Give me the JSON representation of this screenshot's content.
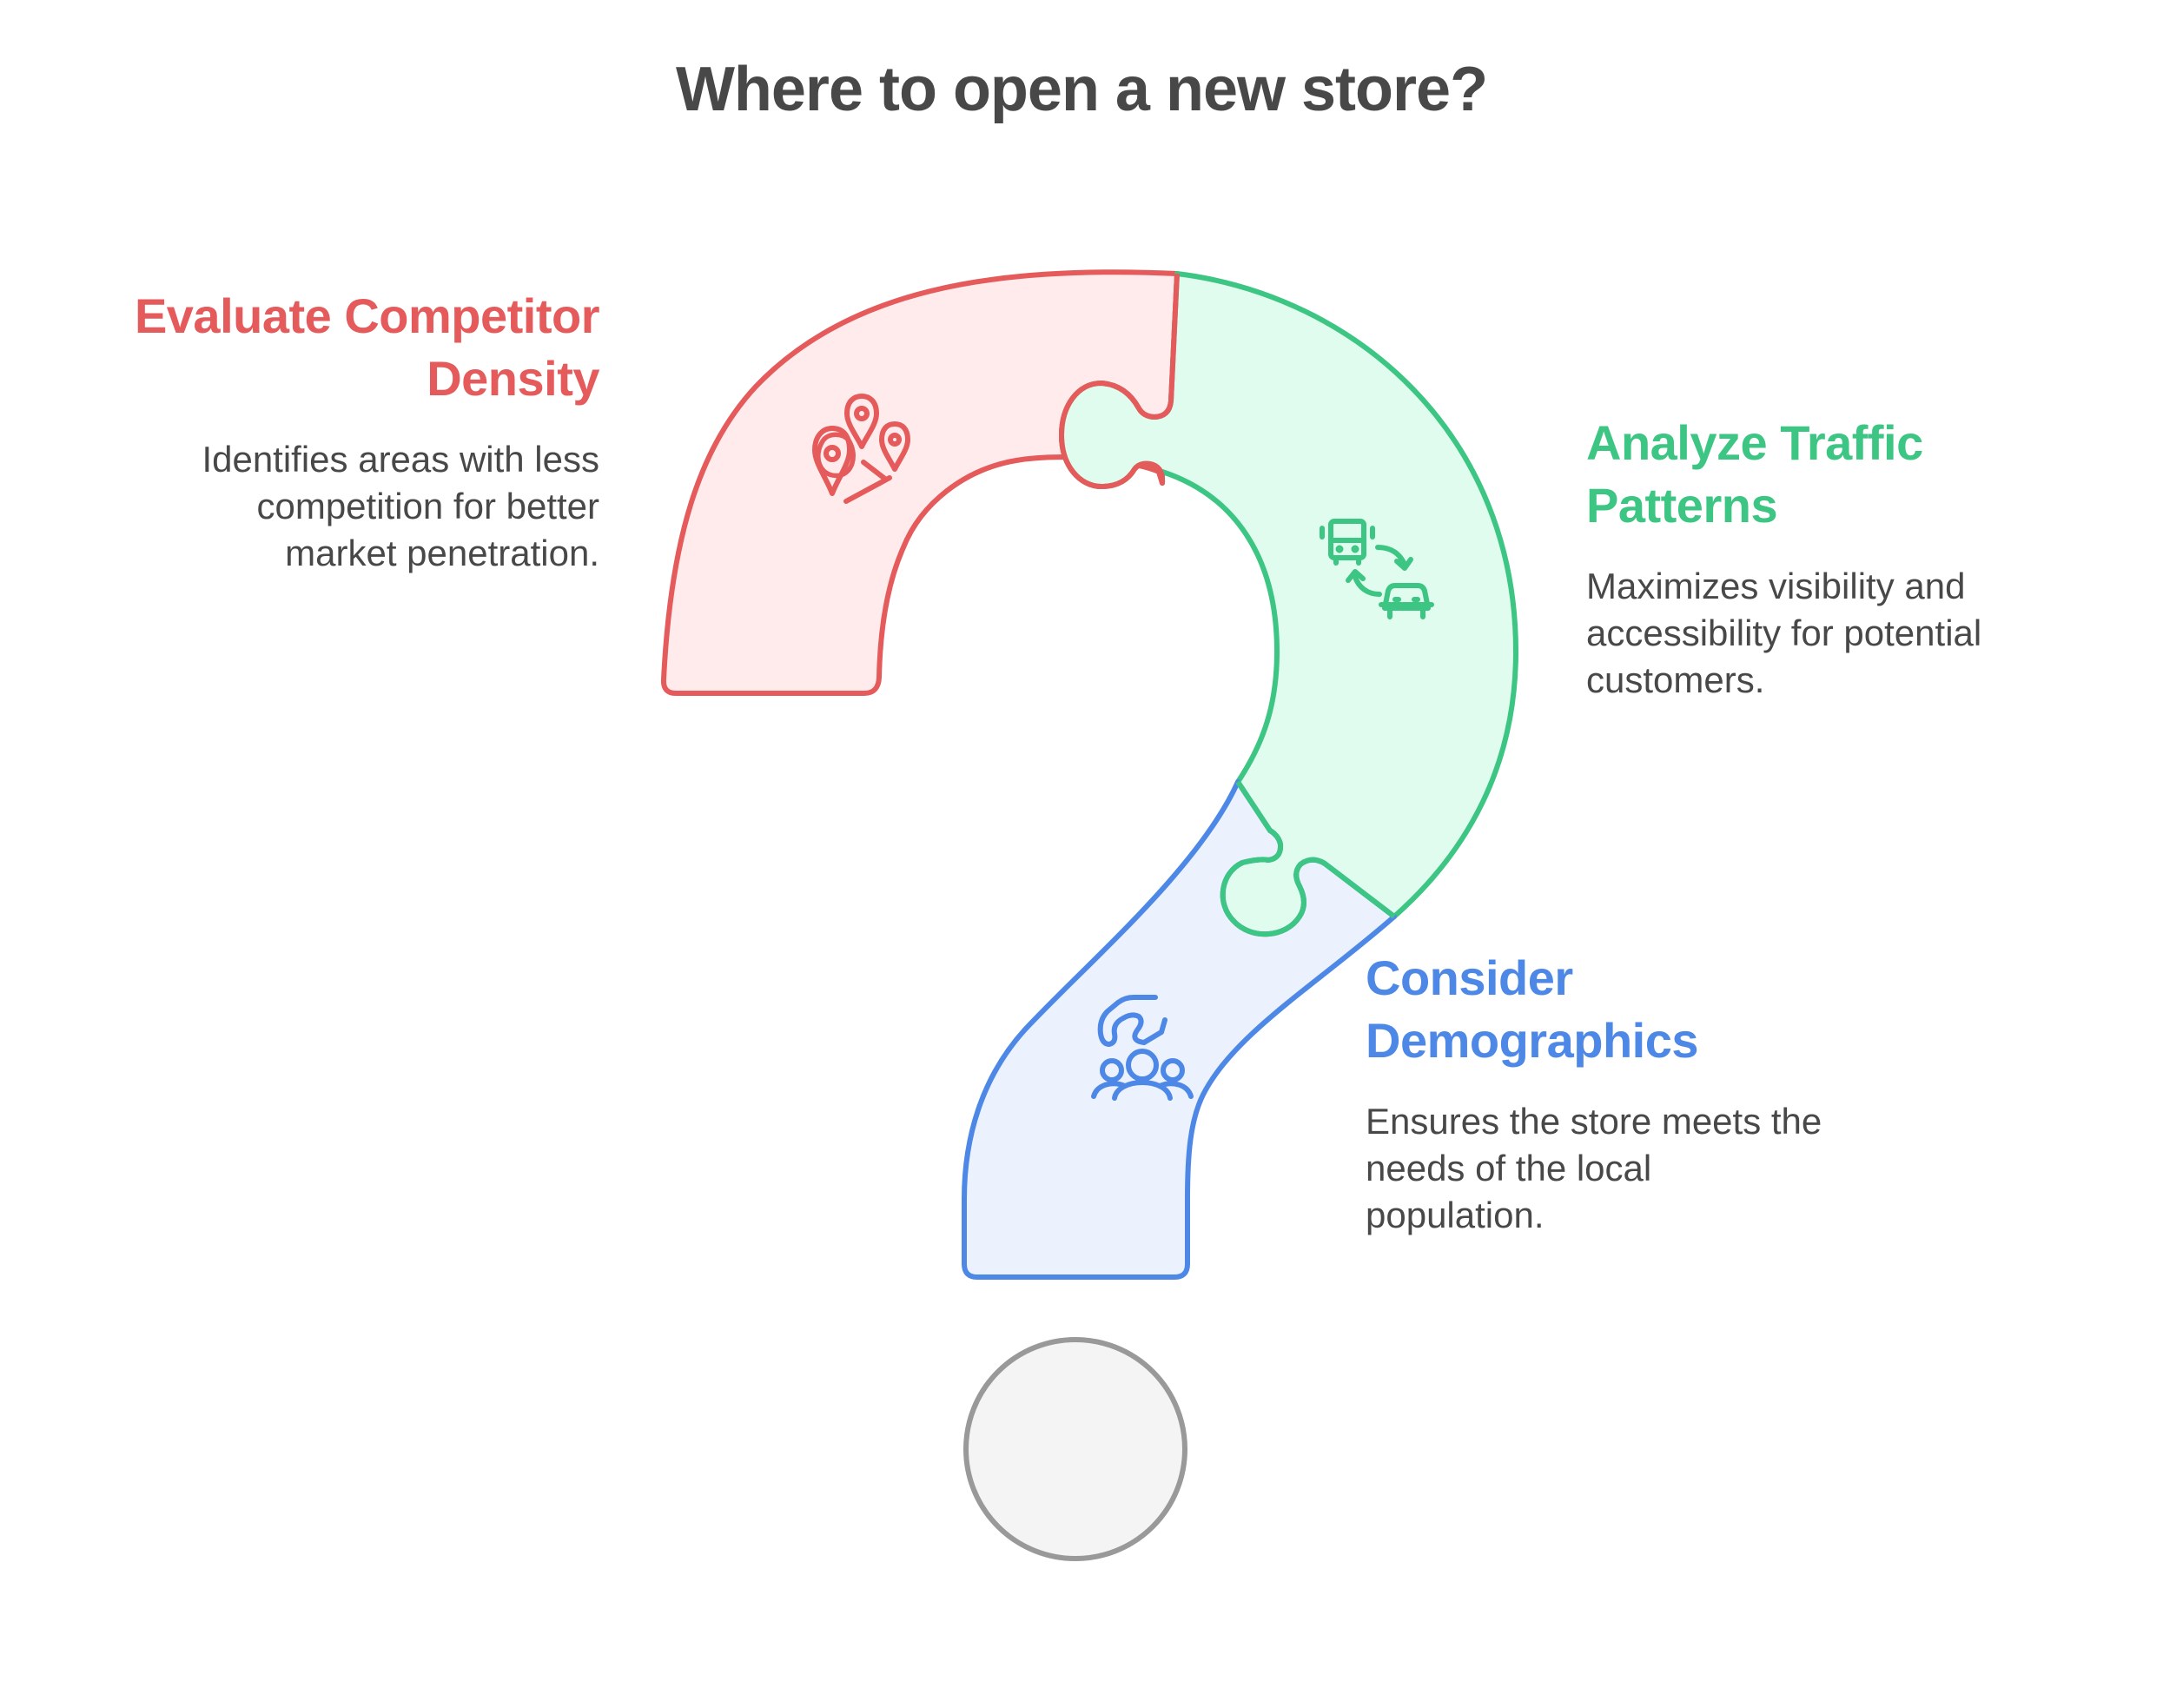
{
  "title": "Where to open a new store?",
  "colors": {
    "red": "#E55A5A",
    "red_fill": "#FFEBEB",
    "green": "#3CC583",
    "green_fill": "#E0FCEF",
    "blue": "#4E88E7",
    "blue_fill": "#EBF2FD",
    "dot_stroke": "#999999",
    "dot_fill": "#F4F4F4",
    "text": "#484848"
  },
  "items": [
    {
      "id": "competitor-density",
      "heading_line1": "Evaluate Competitor",
      "heading_line2": "Density",
      "description_lines": [
        "Identifies areas with less",
        "competition for better",
        "market penetration."
      ],
      "icon": "map-pins-icon",
      "color": "#E55A5A"
    },
    {
      "id": "traffic-patterns",
      "heading_line1": "Analyze Traffic",
      "heading_line2": "Patterns",
      "description_lines": [
        "Maximizes visibility and",
        "accessibility for potential",
        "customers."
      ],
      "icon": "bus-car-exchange-icon",
      "color": "#3CC583"
    },
    {
      "id": "demographics",
      "heading_line1": "Consider",
      "heading_line2": "Demographics",
      "description_lines": [
        "Ensures the store meets the",
        "needs of the local",
        "population."
      ],
      "icon": "hand-over-people-icon",
      "color": "#4E88E7"
    }
  ]
}
